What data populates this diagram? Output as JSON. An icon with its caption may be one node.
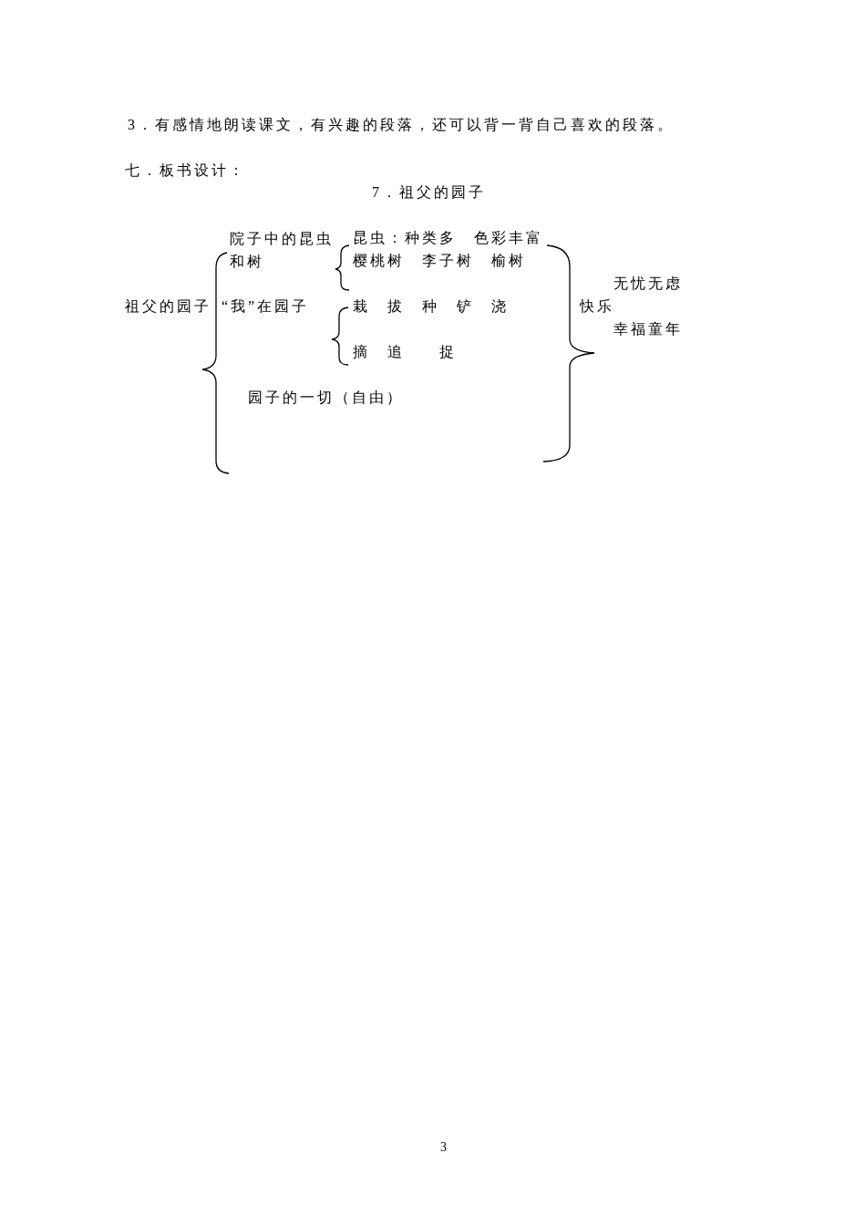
{
  "diagram": {
    "title": "7．祖父的园子",
    "labels": [
      "3．有感情地朗读课文，有兴趣的段落，还可以背一背自己喜欢的段落。",
      "七．板书设计：",
      "院子中的昆虫和树",
      "昆虫：种类多 色彩丰富",
      "樱桃树 李子树 榆树",
      "无忧无虑",
      "祖父的园子",
      "“我”在园子",
      "栽 拔 种 铲 浇",
      "快乐",
      "幸福童年",
      "摘 追  捉",
      "园子的一切（自由）",
      "3"
    ]
  }
}
